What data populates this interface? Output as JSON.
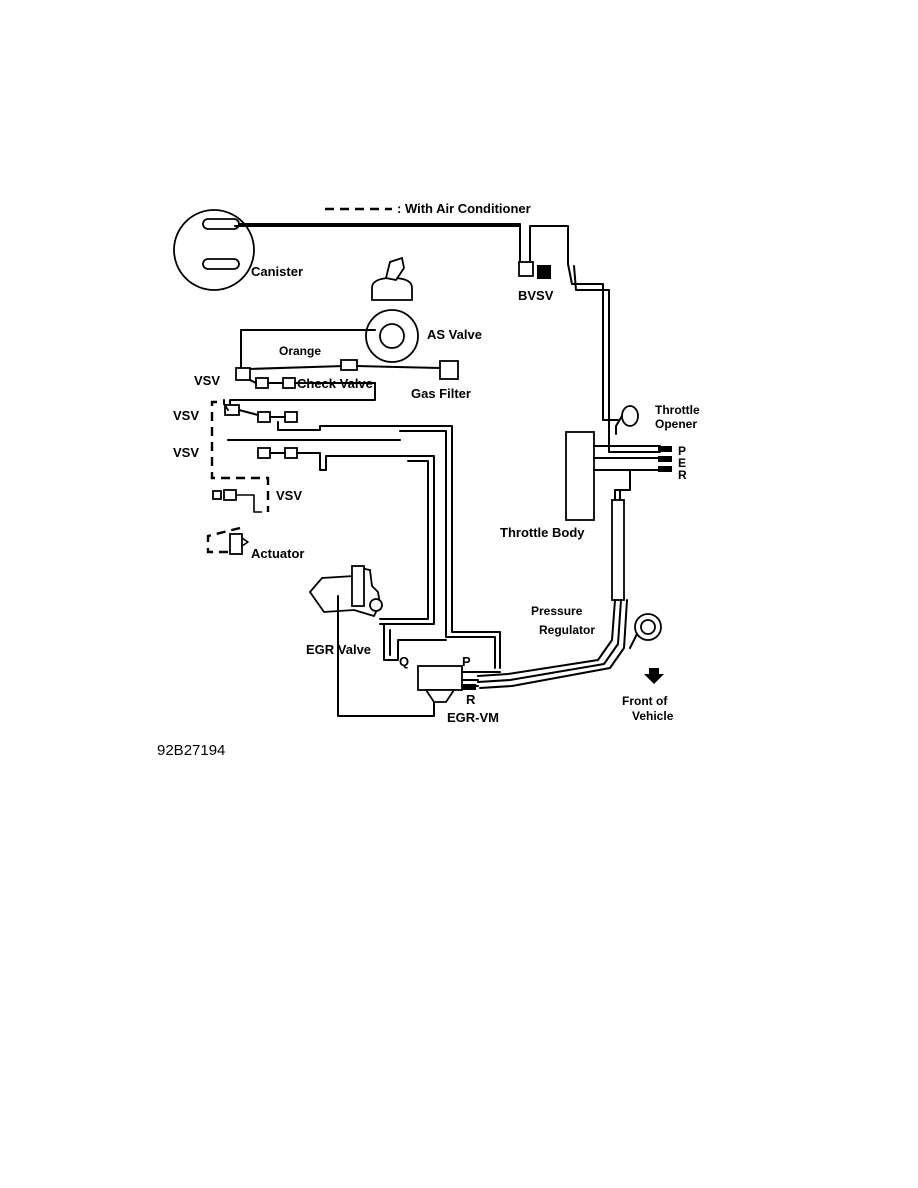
{
  "legend": {
    "text": ": With Air Conditioner"
  },
  "labels": {
    "canister": "Canister",
    "bvsv": "BVSV",
    "as_valve": "AS Valve",
    "orange": "Orange",
    "vsv_1": "VSV",
    "check_valve": "Check Valve",
    "gas_filter": "Gas Filter",
    "vsv_2": "VSV",
    "vsv_3": "VSV",
    "vsv_4": "VSV",
    "actuator": "Actuator",
    "throttle_opener_1": "Throttle",
    "throttle_opener_2": "Opener",
    "throttle_body": "Throttle Body",
    "port_p": "P",
    "port_e": "E",
    "port_r": "R",
    "egr_valve": "EGR Valve",
    "pressure_regulator_1": "Pressure",
    "pressure_regulator_2": "Regulator",
    "q": "Q",
    "p": "P",
    "r": "R",
    "egr_vm": "EGR-VM",
    "front_vehicle_1": "Front of",
    "front_vehicle_2": "Vehicle"
  },
  "figure_code": "92B27194"
}
